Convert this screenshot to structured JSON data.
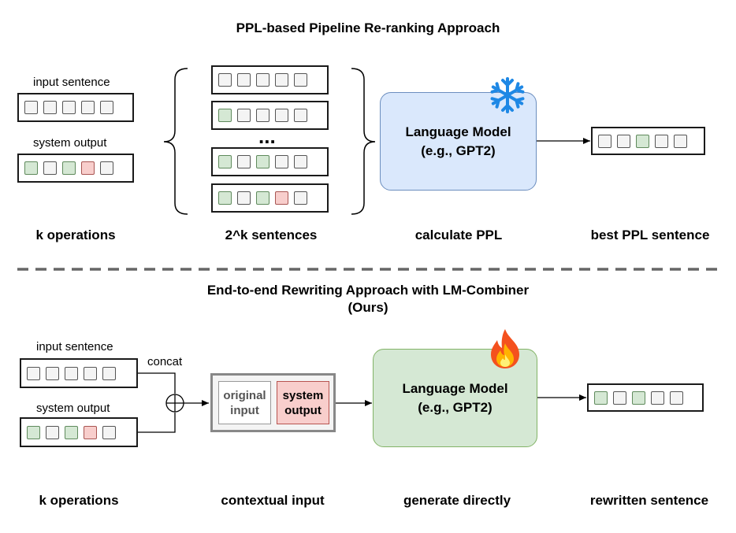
{
  "top": {
    "title": "PPL-based Pipeline Re-ranking Approach",
    "input_label": "input sentence",
    "system_label": "system output",
    "input_cells": [
      "n",
      "n",
      "n",
      "n",
      "n"
    ],
    "system_cells": [
      "g",
      "n",
      "g",
      "r",
      "n"
    ],
    "candidates": [
      [
        "n",
        "n",
        "n",
        "n",
        "n"
      ],
      [
        "g",
        "n",
        "n",
        "n",
        "n"
      ],
      [
        "g",
        "n",
        "g",
        "n",
        "n"
      ],
      [
        "g",
        "n",
        "g",
        "r",
        "n"
      ]
    ],
    "ellipsis": "...",
    "lm_line1": "Language Model",
    "lm_line2": "(e.g., GPT2)",
    "frozen_icon": "snowflake-icon",
    "best_cells": [
      "n",
      "n",
      "g",
      "n",
      "n"
    ],
    "captions": [
      "k operations",
      "2^k sentences",
      "calculate PPL",
      "best PPL sentence"
    ]
  },
  "bottom": {
    "title_line1": "End-to-end Rewriting Approach with LM-Combiner",
    "title_line2": "(Ours)",
    "input_label": "input sentence",
    "system_label": "system output",
    "concat_label": "concat",
    "input_cells": [
      "n",
      "n",
      "n",
      "n",
      "n"
    ],
    "system_cells": [
      "g",
      "n",
      "g",
      "r",
      "n"
    ],
    "original_input": "original input",
    "system_output": "system output",
    "lm_line1": "Language Model",
    "lm_line2": "(e.g., GPT2)",
    "fire_icon": "fire-icon",
    "rewritten_cells": [
      "g",
      "n",
      "g",
      "n",
      "n"
    ],
    "captions": [
      "k operations",
      "contextual input",
      "generate directly",
      "rewritten sentence"
    ]
  },
  "colors": {
    "frozen_lm_fill": "#dae8fc",
    "frozen_lm_stroke": "#6c8ebf",
    "trained_lm_fill": "#d5e8d4",
    "trained_lm_stroke": "#82b366",
    "edited_cell": "#d5e8d4",
    "error_cell": "#f8cecc"
  }
}
